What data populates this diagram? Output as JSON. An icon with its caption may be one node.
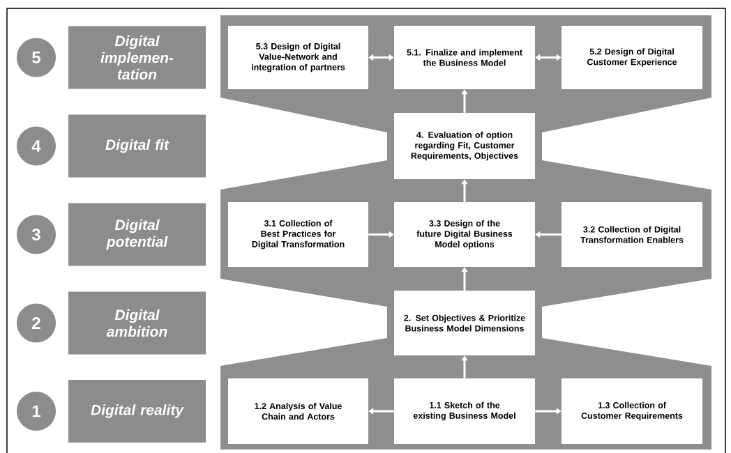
{
  "diagram": {
    "nodes": [
      {
        "text": [
          "5"
        ]
      },
      {
        "text": [
          "Digital implemen- tation"
        ]
      },
      {
        "text": [
          "5.3 Design of Digital Value-Network and integration of partners"
        ]
      },
      {
        "text": [
          "5.1. Finalize and implement the Business Model"
        ]
      },
      {
        "text": [
          "5.2 Design of Digital Customer Experience"
        ]
      },
      {
        "text": [
          "4"
        ]
      },
      {
        "text": [
          "Digital fit"
        ]
      },
      {
        "text": [
          "4. Evaluation of option regarding Fit, Customer Requirements, Objectives"
        ]
      },
      {
        "text": [
          "3"
        ]
      },
      {
        "text": [
          "Digital potential"
        ]
      },
      {
        "text": [
          "3.1 Collection of Best Practices for Digital Transformation"
        ]
      },
      {
        "text": [
          "3.3 Design of the future Digital Business Model options"
        ]
      },
      {
        "text": [
          "3.2 Collection of Digital Transformation Enablers"
        ]
      },
      {
        "text": [
          "2"
        ]
      },
      {
        "text": [
          "Digital ambition"
        ]
      },
      {
        "text": [
          "2. Set Objectives & Prioritize Business Model Dimensions"
        ]
      },
      {
        "text": [
          "1"
        ]
      },
      {
        "text": [
          "Digital reality"
        ]
      },
      {
        "text": [
          "1.2 Analysis of Value Chain and Actors"
        ]
      },
      {
        "text": [
          "1.1 Sketch of the existing Business Model"
        ]
      },
      {
        "text": [
          "1.3 Collection of Customer Requirements"
        ]
      }
    ],
    "edges": [
      {
        "from": 3,
        "to": 2,
        "arrow": "both"
      },
      {
        "from": 3,
        "to": 4,
        "arrow": "both"
      },
      {
        "from": 7,
        "to": 3,
        "arrow": "to"
      },
      {
        "from": 11,
        "to": 7,
        "arrow": "to"
      },
      {
        "from": 10,
        "to": 11,
        "arrow": "to"
      },
      {
        "from": 12,
        "to": 11,
        "arrow": "to"
      },
      {
        "from": 15,
        "to": 11,
        "arrow": "to"
      },
      {
        "from": 19,
        "to": 15,
        "arrow": "to"
      },
      {
        "from": 19,
        "to": 18,
        "arrow": "to"
      },
      {
        "from": 19,
        "to": 20,
        "arrow": "to"
      }
    ]
  }
}
